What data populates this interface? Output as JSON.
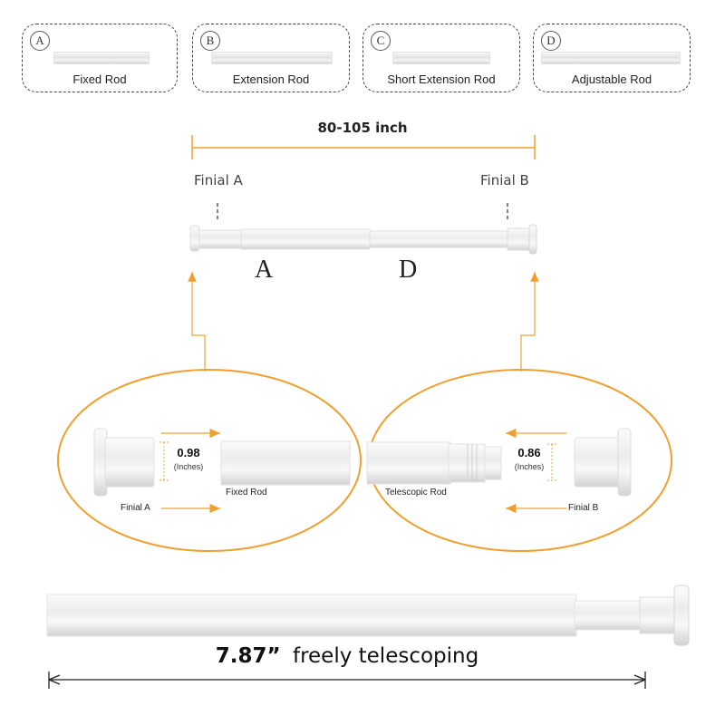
{
  "variants": [
    {
      "badge": "A",
      "label": "Fixed Rod"
    },
    {
      "badge": "B",
      "label": "Extension Rod"
    },
    {
      "badge": "C",
      "label": "Short Extension Rod"
    },
    {
      "badge": "D",
      "label": "Adjustable Rod"
    }
  ],
  "assembly": {
    "length": "80-105 inch",
    "finial_a": "Finial A",
    "finial_b": "Finial B",
    "part_a": "A",
    "part_d": "D"
  },
  "detail_left": {
    "diameter": "0.98",
    "unit": "(Inches)",
    "rod_label": "Fixed Rod",
    "finial_label": "Finial A"
  },
  "detail_right": {
    "diameter": "0.86",
    "unit": "(Inches)",
    "rod_label": "Telescopic Rod",
    "finial_label": "Finial B"
  },
  "bottom": {
    "value": "7.87”",
    "text": "freely telescoping"
  },
  "colors": {
    "accent": "#f0a030",
    "line": "#222222"
  }
}
